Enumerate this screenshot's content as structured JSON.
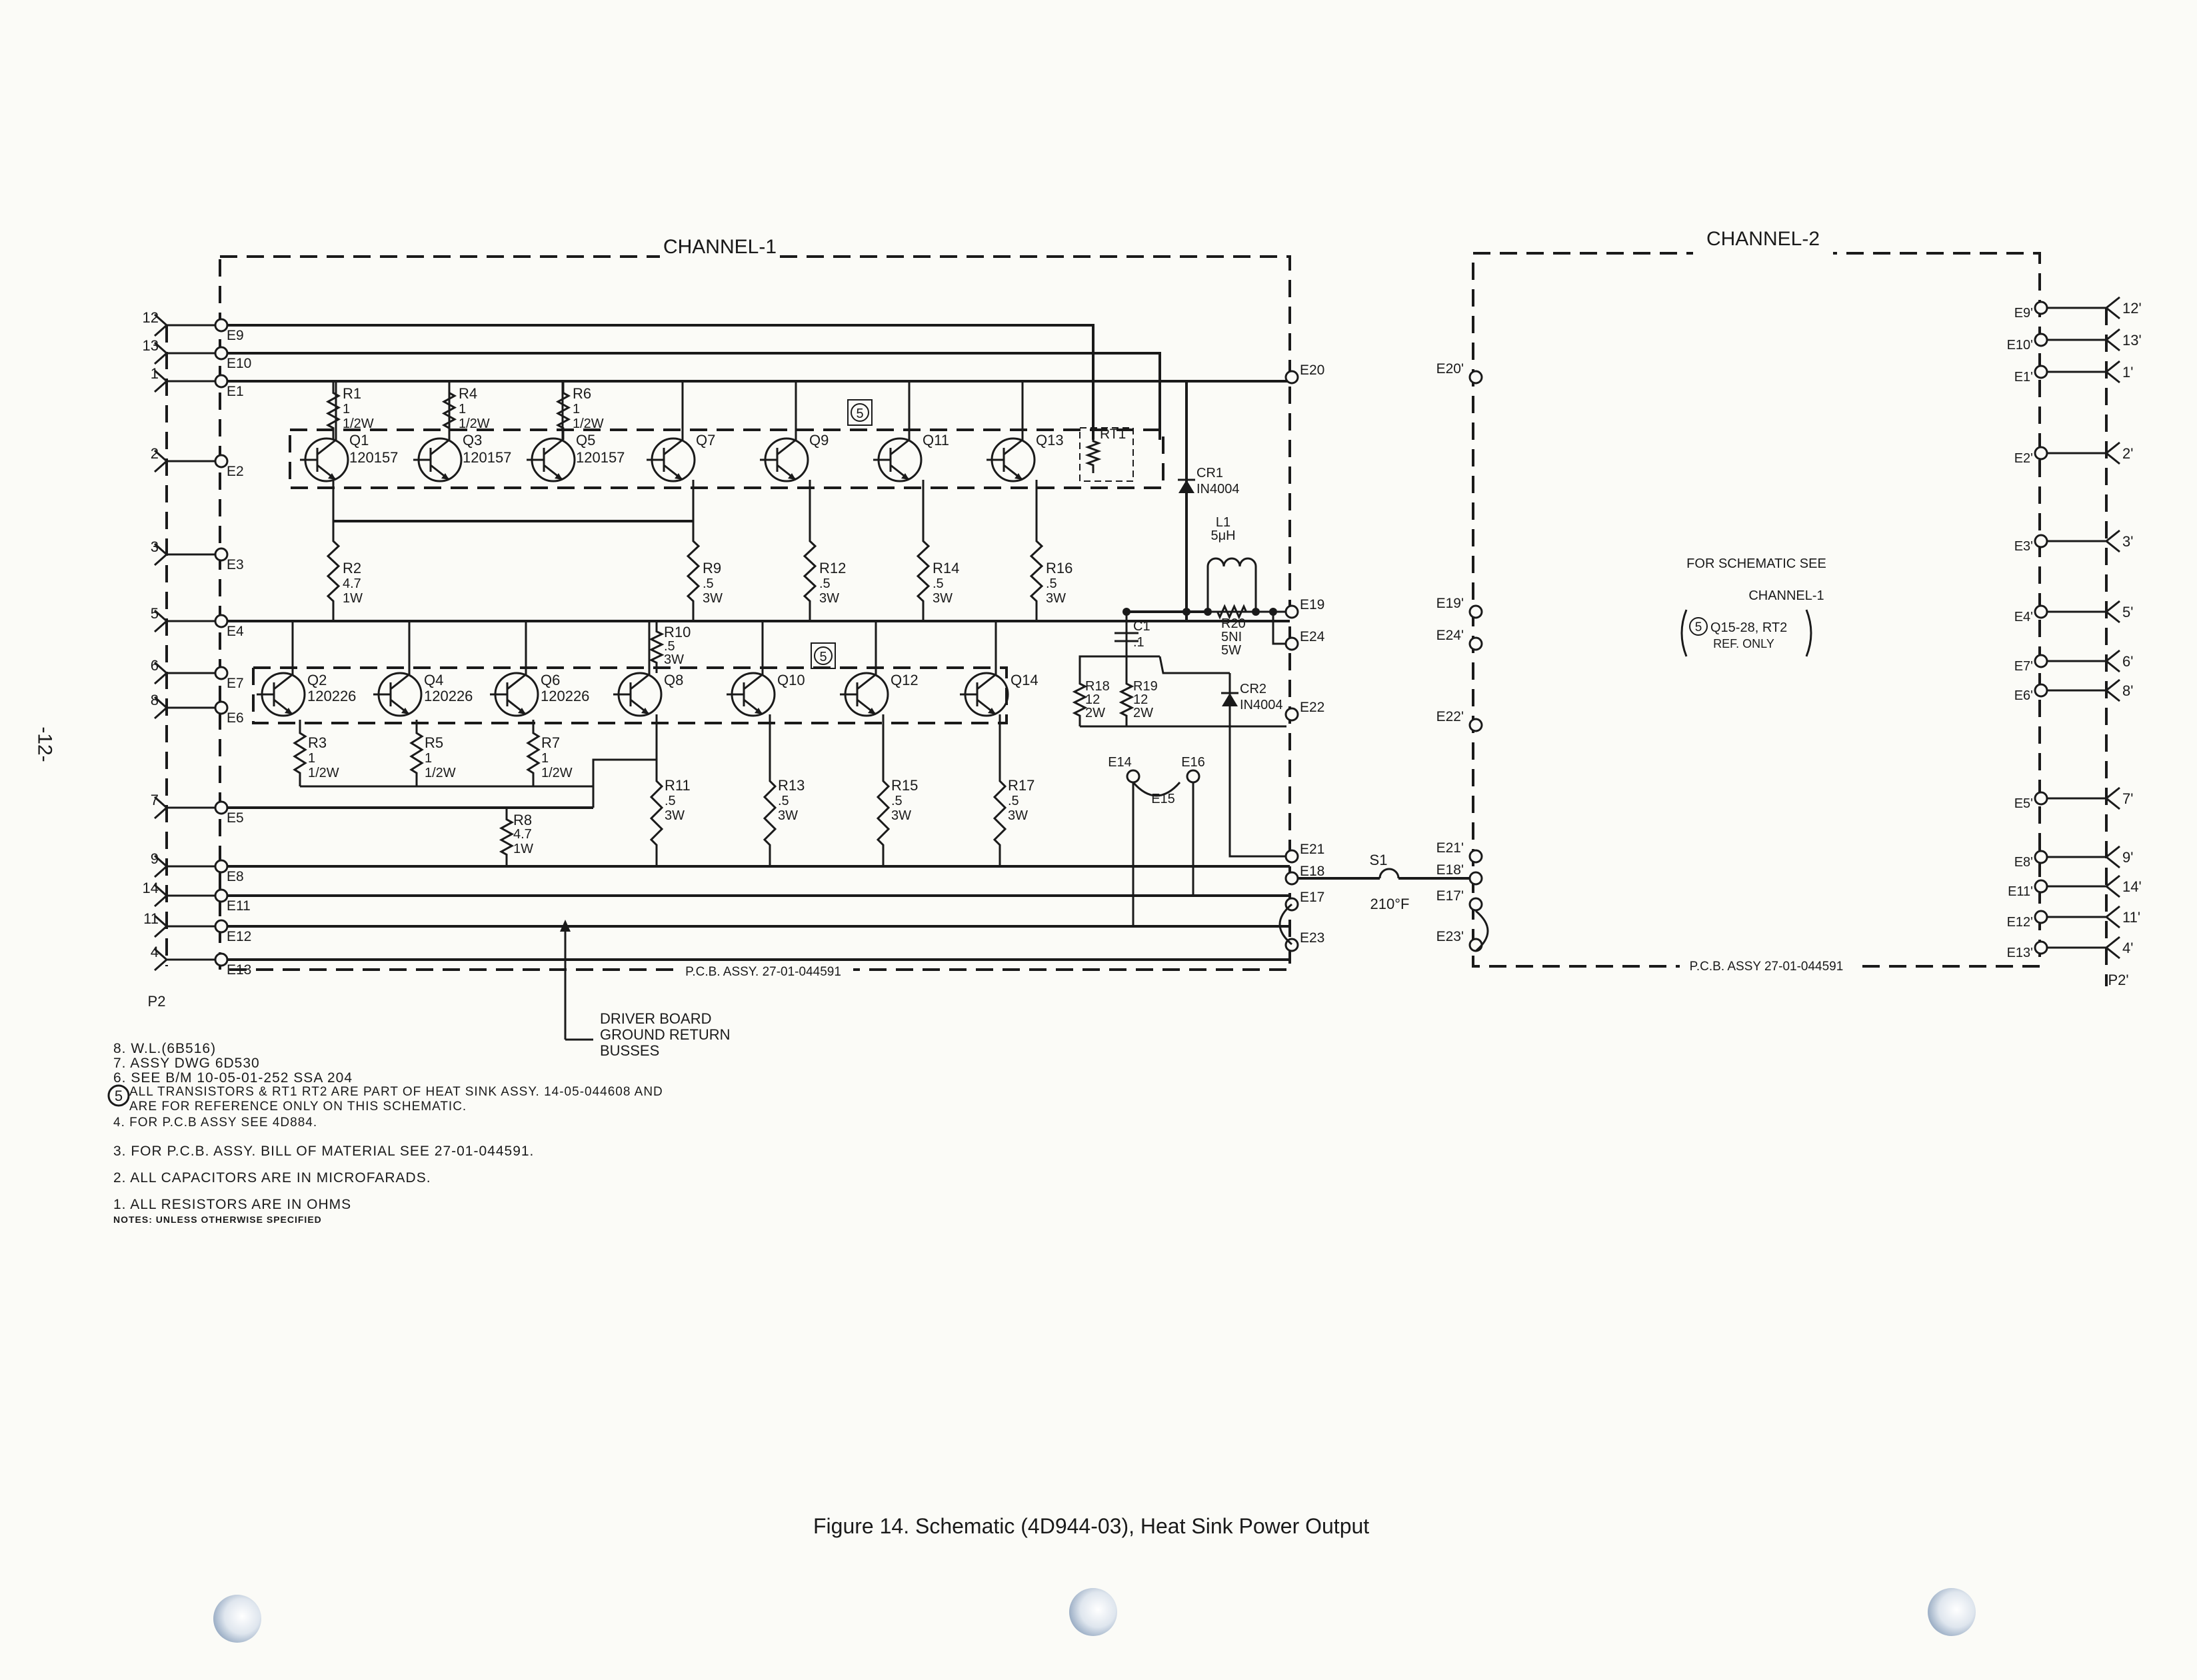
{
  "channel1": {
    "title": "CHANNEL-1",
    "pcb_label": "P.C.B. ASSY. 27-01-044591",
    "connector_label": "P2",
    "pins": [
      {
        "pin": "12",
        "term": "E9"
      },
      {
        "pin": "13",
        "term": "E10"
      },
      {
        "pin": "1",
        "term": "E1"
      },
      {
        "pin": "2",
        "term": "E2"
      },
      {
        "pin": "3",
        "term": "E3"
      },
      {
        "pin": "5",
        "term": "E4"
      },
      {
        "pin": "6",
        "term": "E7"
      },
      {
        "pin": "8",
        "term": "E6"
      },
      {
        "pin": "7",
        "term": "E5"
      },
      {
        "pin": "9",
        "term": "E8"
      },
      {
        "pin": "14",
        "term": "E11"
      },
      {
        "pin": "11",
        "term": "E12"
      },
      {
        "pin": "4",
        "term": "E13"
      }
    ],
    "right_terminals": [
      "E20",
      "E19",
      "E24",
      "E22",
      "E21",
      "E18",
      "E17",
      "E23",
      "E14",
      "E15",
      "E16"
    ],
    "top_transistors": [
      {
        "ref": "Q1",
        "part": "120157"
      },
      {
        "ref": "Q3",
        "part": "120157"
      },
      {
        "ref": "Q5",
        "part": "120157"
      },
      {
        "ref": "Q7",
        "part": ""
      },
      {
        "ref": "Q9",
        "part": ""
      },
      {
        "ref": "Q11",
        "part": ""
      },
      {
        "ref": "Q13",
        "part": ""
      }
    ],
    "bottom_transistors": [
      {
        "ref": "Q2",
        "part": "120226"
      },
      {
        "ref": "Q4",
        "part": "120226"
      },
      {
        "ref": "Q6",
        "part": "120226"
      },
      {
        "ref": "Q8",
        "part": ""
      },
      {
        "ref": "Q10",
        "part": ""
      },
      {
        "ref": "Q12",
        "part": ""
      },
      {
        "ref": "Q14",
        "part": ""
      }
    ],
    "top_resistors": [
      {
        "ref": "R1",
        "v1": "1",
        "v2": "1/2W"
      },
      {
        "ref": "R4",
        "v1": "1",
        "v2": "1/2W"
      },
      {
        "ref": "R6",
        "v1": "1",
        "v2": "1/2W"
      }
    ],
    "mid_resistors": [
      {
        "ref": "R2",
        "v1": "4.7",
        "v2": "1W"
      },
      {
        "ref": "R9",
        "v1": ".5",
        "v2": "3W"
      },
      {
        "ref": "R12",
        "v1": ".5",
        "v2": "3W"
      },
      {
        "ref": "R14",
        "v1": ".5",
        "v2": "3W"
      },
      {
        "ref": "R16",
        "v1": ".5",
        "v2": "3W"
      }
    ],
    "r10": {
      "ref": "R10",
      "v1": ".5",
      "v2": "3W"
    },
    "low_resistors": [
      {
        "ref": "R3",
        "v1": "1",
        "v2": "1/2W"
      },
      {
        "ref": "R5",
        "v1": "1",
        "v2": "1/2W"
      },
      {
        "ref": "R7",
        "v1": "1",
        "v2": "1/2W"
      }
    ],
    "bot_resistors": [
      {
        "ref": "R11",
        "v1": ".5",
        "v2": "3W"
      },
      {
        "ref": "R13",
        "v1": ".5",
        "v2": "3W"
      },
      {
        "ref": "R15",
        "v1": ".5",
        "v2": "3W"
      },
      {
        "ref": "R17",
        "v1": ".5",
        "v2": "3W"
      }
    ],
    "r8": {
      "ref": "R8",
      "v1": "4.7",
      "v2": "1W"
    },
    "thermistor": "RT1",
    "ref_marker": "5",
    "cr1": {
      "ref": "CR1",
      "part": "IN4004"
    },
    "cr2": {
      "ref": "CR2",
      "part": "IN4004"
    },
    "l1": {
      "ref": "L1",
      "value": "5μH"
    },
    "r20": {
      "ref": "R20",
      "v1": "5NI",
      "v2": "5W"
    },
    "c1": {
      "ref": "C1",
      "value": ".1"
    },
    "r18": {
      "ref": "R18",
      "v1": "12",
      "v2": "2W"
    },
    "r19": {
      "ref": "R19",
      "v1": "12",
      "v2": "2W"
    },
    "driver_note": [
      "DRIVER BOARD",
      "GROUND RETURN",
      "BUSSES"
    ]
  },
  "fuse": {
    "ref": "S1",
    "label": "210°F"
  },
  "channel2": {
    "title": "CHANNEL-2",
    "pcb_label": "P.C.B. ASSY 27-01-044591",
    "connector_label": "P2'",
    "left_terms": [
      "E20'",
      "E19'",
      "E24'",
      "E22'",
      "E21'",
      "E18'",
      "E17'",
      "E23'"
    ],
    "right_pins": [
      {
        "pin": "12'",
        "term": "E9'"
      },
      {
        "pin": "13'",
        "term": "E10'"
      },
      {
        "pin": "1'",
        "term": "E1'"
      },
      {
        "pin": "2'",
        "term": "E2'"
      },
      {
        "pin": "3'",
        "term": "E3'"
      },
      {
        "pin": "5'",
        "term": "E4'"
      },
      {
        "pin": "6'",
        "term": "E7'"
      },
      {
        "pin": "8'",
        "term": "E6'"
      },
      {
        "pin": "7'",
        "term": "E5'"
      },
      {
        "pin": "9'",
        "term": "E8'"
      },
      {
        "pin": "14'",
        "term": "E11'"
      },
      {
        "pin": "11'",
        "term": "E12'"
      },
      {
        "pin": "4'",
        "term": "E13'"
      }
    ],
    "note1": "FOR SCHEMATIC SEE",
    "note2": "CHANNEL-1",
    "note_marker": "5",
    "note3": "Q15-28, RT2",
    "note4": "REF. ONLY"
  },
  "notes": [
    "8. W.L.(6B516)",
    "7. ASSY DWG 6D530",
    "6. SEE B/M 10-05-01-252 SSA 204",
    "ALL TRANSISTORS & RT1 RT2 ARE PART OF HEAT SINK ASSY. 14-05-044608 AND",
    "ARE FOR REFERENCE ONLY ON THIS SCHEMATIC.",
    "4. FOR P.C.B ASSY SEE 4D884.",
    "3. FOR P.C.B. ASSY. BILL OF MATERIAL SEE 27-01-044591.",
    "2. ALL CAPACITORS ARE IN MICROFARADS.",
    "1. ALL RESISTORS ARE IN OHMS",
    "NOTES: UNLESS OTHERWISE SPECIFIED"
  ],
  "note5_marker": "5",
  "caption": "Figure 14. Schematic (4D944-03), Heat Sink Power Output",
  "page_number": "-12-"
}
